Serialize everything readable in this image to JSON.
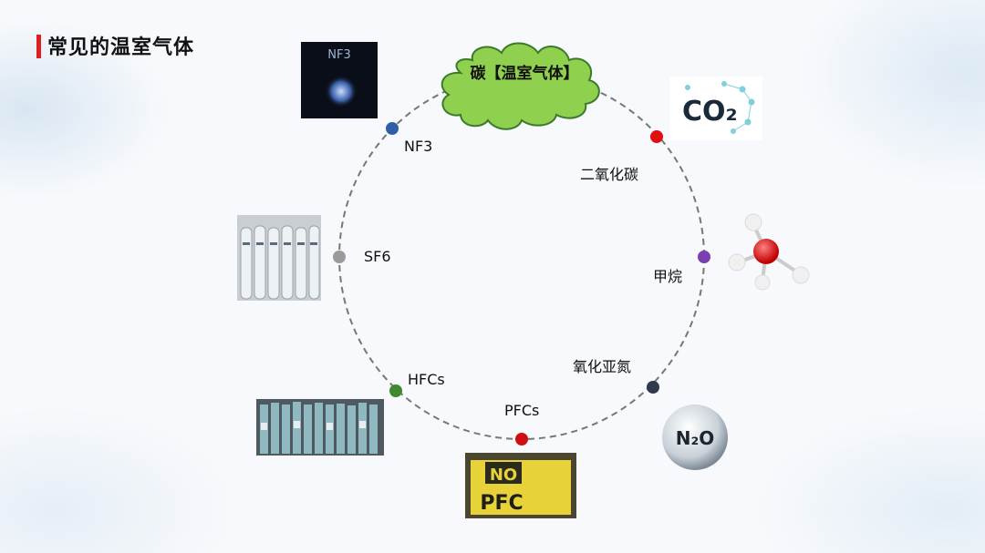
{
  "page": {
    "title": "常见的温室气体"
  },
  "center_node": {
    "label": "碳【温室气体】",
    "color": "#8fd14f"
  },
  "nodes": [
    {
      "id": "co2",
      "label": "二氧化碳",
      "color": "#e01010",
      "image_text": "CO₂"
    },
    {
      "id": "ch4",
      "label": "甲烷",
      "color": "#7a3fb0"
    },
    {
      "id": "n2o",
      "label": "氧化亚氮",
      "color": "#2f3a4c",
      "image_text": "N₂O"
    },
    {
      "id": "pfcs",
      "label": "PFCs",
      "color": "#d01010",
      "image_text_top": "NO",
      "image_text_bottom": "PFC"
    },
    {
      "id": "hfcs",
      "label": "HFCs",
      "color": "#3e8a2e"
    },
    {
      "id": "sf6",
      "label": "SF6",
      "color": "#9a9a9a"
    },
    {
      "id": "nf3",
      "label": "NF3",
      "color": "#2f5fa8",
      "image_text": "NF3"
    }
  ]
}
